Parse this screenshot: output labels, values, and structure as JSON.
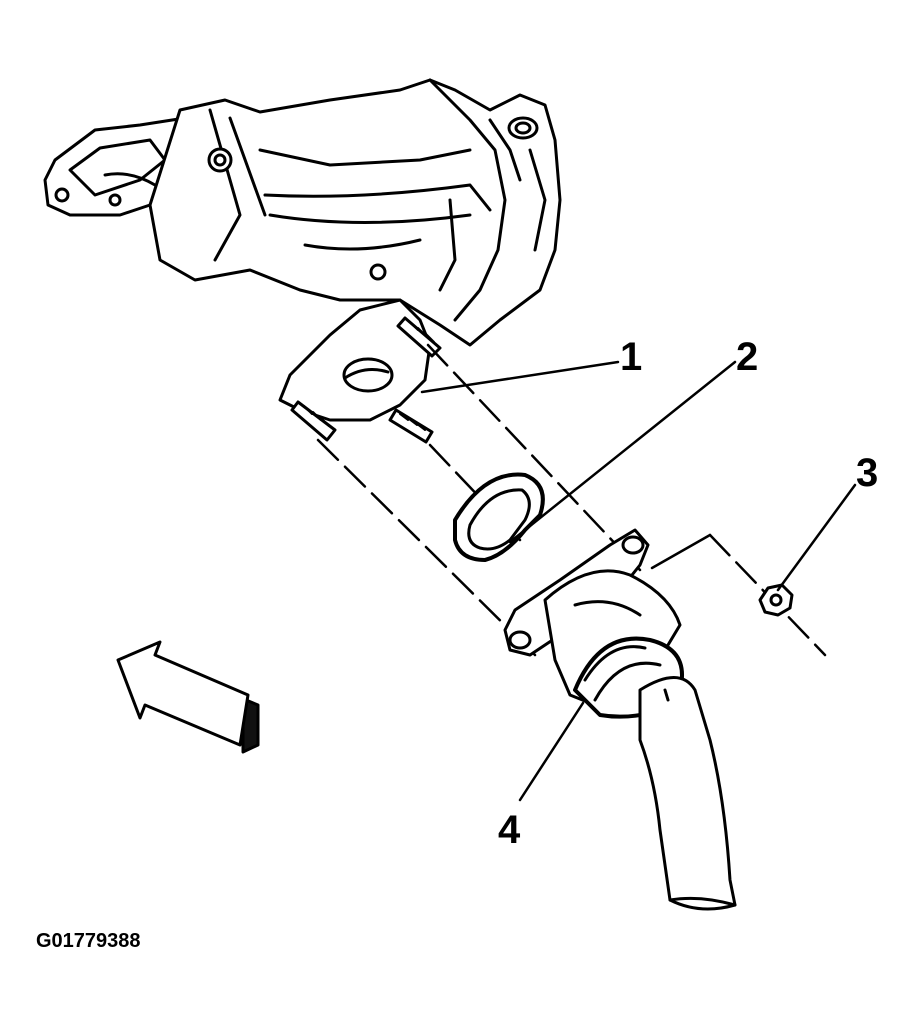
{
  "callouts": [
    "1",
    "2",
    "3",
    "4"
  ],
  "figure_id": "G01779388",
  "colors": {
    "line": "#000000",
    "fill": "#ffffff",
    "arrow_shadow": "#111111"
  },
  "icons": [
    "direction-arrow-icon"
  ]
}
